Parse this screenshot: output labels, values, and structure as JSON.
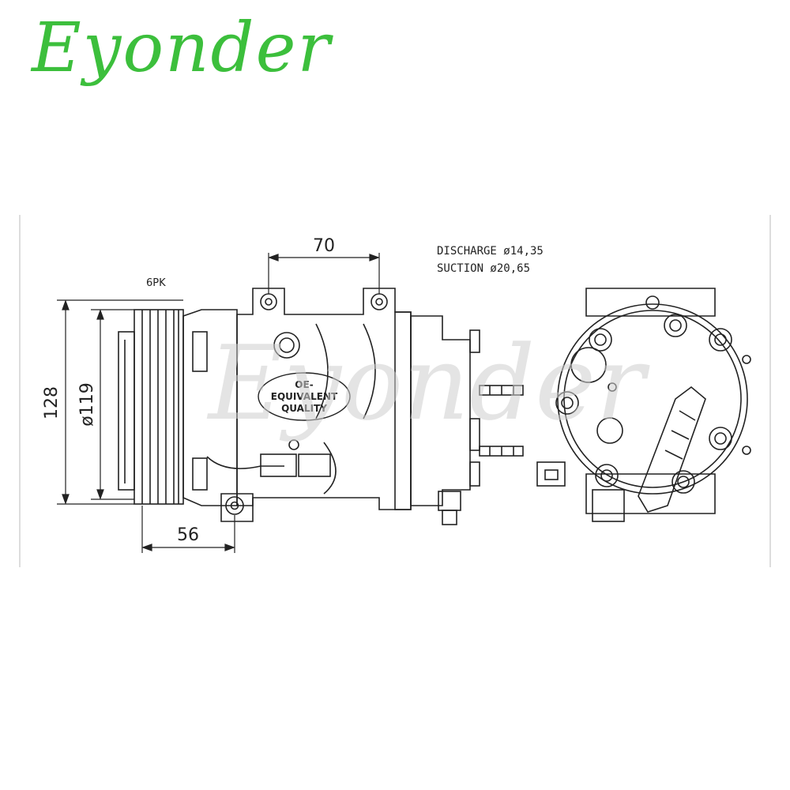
{
  "brand": {
    "logo_text": "Eyonder",
    "color": "#3cbf3c"
  },
  "watermark": {
    "text": "Eyonder"
  },
  "diagram": {
    "belt_label": "6PK",
    "dim_width_top": "70",
    "dim_width_bottom": "56",
    "dim_height_outer": "128",
    "dim_pulley_diameter": "ø119",
    "discharge": "DISCHARGE ø14,35",
    "suction": "SUCTION ø20,65",
    "badge_lines": [
      "OE-",
      "EQUIVALENT",
      "QUALITY"
    ]
  }
}
